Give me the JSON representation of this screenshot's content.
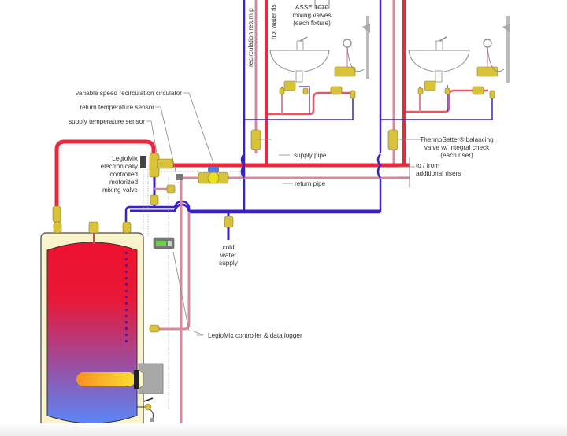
{
  "title": "Recirculating hot water system with LegioMix electronic mixing valve",
  "colors": {
    "hot_supply": "#e8283c",
    "recirc_return": "#d98a9a",
    "cold_water": "#3a22c8",
    "valve_brass": "#d8c23a",
    "tank_shell": "#f8f3c8",
    "tank_hot": "#ee1030",
    "tank_cold": "#6080f0",
    "heater_element": "#f8a020"
  },
  "labels": {
    "recirc_return_pipe": "recirculation return p",
    "hot_water_riser": "hot water ris",
    "asse_line1": "ASSE 1070",
    "asse_line2": "mixing valves",
    "asse_line3": "(each fixture)",
    "circulator": "variable speed recirculation circulator",
    "return_sensor": "return temperature sensor",
    "supply_sensor": "supply temperature sensor",
    "legiomix_line1": "LegioMix",
    "legiomix_line2": "electronically",
    "legiomix_line3": "controlled",
    "legiomix_line4": "motorized",
    "legiomix_line5": "mixing valve",
    "supply_pipe": "supply pipe",
    "return_pipe": "return pipe",
    "thermosetter_line1": "ThermoSetter® balancing",
    "thermosetter_line2": "valve w/ integral check",
    "thermosetter_line3": "(each riser)",
    "risers_line1": "to / from",
    "risers_line2": "additional risers",
    "cold_line1": "cold",
    "cold_line2": "water",
    "cold_line3": "supply",
    "controller": "LegioMix controller & data logger"
  }
}
